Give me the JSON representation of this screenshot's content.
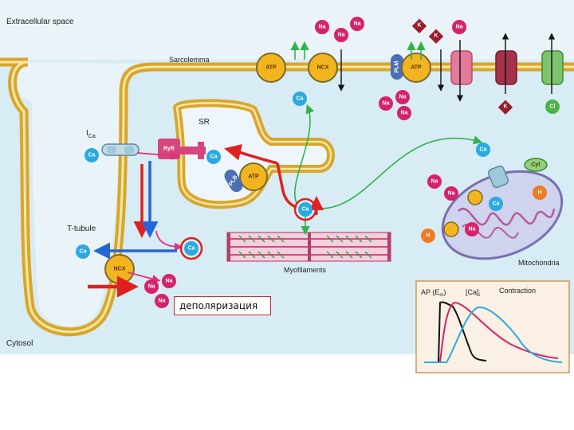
{
  "labels": {
    "extracellular": "Extracellular space",
    "sarcolemma": "Sarcolemma",
    "sr": "SR",
    "ica": "I",
    "ica_sub": "Ca",
    "ttubule": "T-tubule",
    "myofilaments": "Myofilaments",
    "mitochondria": "Mitochondria",
    "cytosol": "Cytosol"
  },
  "proteins": {
    "atp": "ATP",
    "ncx": "NCX",
    "plm": "PLM",
    "plb": "PLB",
    "ryr": "RyR",
    "cyt": "Cyt"
  },
  "ions": {
    "ca": "Ca",
    "na": "Na",
    "k": "K",
    "cl": "Cl",
    "h": "H"
  },
  "inset": {
    "ap": "AP (E",
    "ap_sub": "m",
    "ca": "[Ca]",
    "ca_sub": "i",
    "contraction": "Contraction"
  },
  "caption": "деполяризация",
  "colors": {
    "membrane": "#d9a62b",
    "cytosol": "#d8ecf5",
    "ca": "#2aaae0",
    "na": "#d6226a",
    "k": "#9a1d2e",
    "cl": "#4bb543",
    "h": "#ef7b22",
    "highlight_red": "#e02020",
    "highlight_blue": "#2566d6",
    "flux_green": "#33b24a"
  }
}
